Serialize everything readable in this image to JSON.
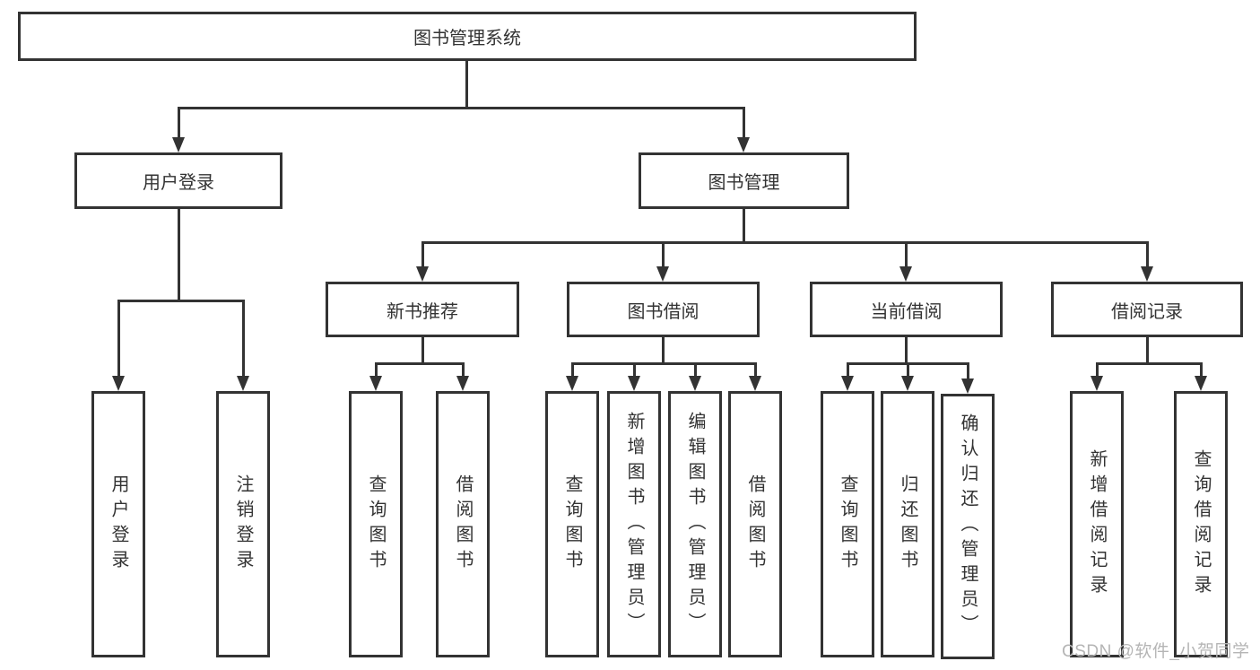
{
  "diagram": {
    "root": {
      "label": "图书管理系统"
    },
    "level2": [
      {
        "label": "用户登录"
      },
      {
        "label": "图书管理"
      }
    ],
    "level3": [
      {
        "label": "新书推荐"
      },
      {
        "label": "图书借阅"
      },
      {
        "label": "当前借阅"
      },
      {
        "label": "借阅记录"
      }
    ],
    "leaves": [
      {
        "label": "用户登录"
      },
      {
        "label": "注销登录"
      },
      {
        "label": "查询图书"
      },
      {
        "label": "借阅图书"
      },
      {
        "label": "查询图书"
      },
      {
        "label": "新增图书（管理员）"
      },
      {
        "label": "编辑图书（管理员）"
      },
      {
        "label": "借阅图书"
      },
      {
        "label": "查询图书"
      },
      {
        "label": "归还图书"
      },
      {
        "label": "确认归还（管理员）"
      },
      {
        "label": "新增借阅记录"
      },
      {
        "label": "查询借阅记录"
      }
    ],
    "watermark": "CSDN @软件_小贺同学",
    "colors": {
      "line": "#333333",
      "text": "#333333",
      "box_background": "#ffffff",
      "watermark": "#b5b5b5"
    }
  }
}
